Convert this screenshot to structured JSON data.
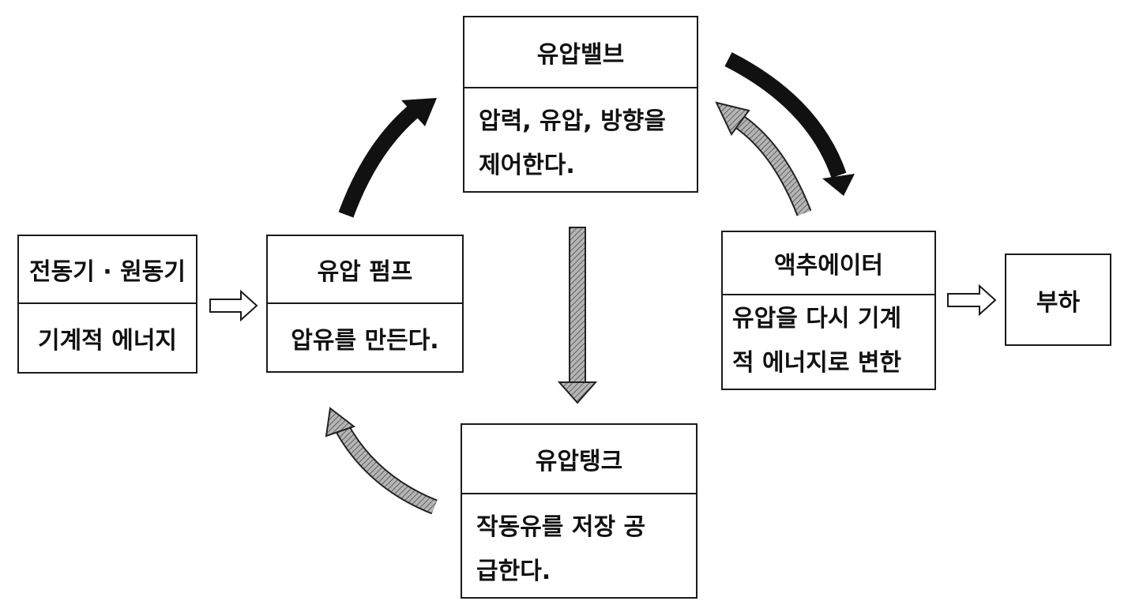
{
  "boxes": {
    "motor": {
      "title": "전동기 · 원동기",
      "body": "기계적 에너지"
    },
    "pump": {
      "title": "유압 펌프",
      "body": "압유를 만든다."
    },
    "valve": {
      "title": "유압밸브",
      "body_lines": [
        "압력, 유압, 방향을",
        "제어한다."
      ]
    },
    "actuator": {
      "title": "액추에이터",
      "body_lines": [
        "유압을 다시 기계",
        "적 에너지로 변한"
      ]
    },
    "tank": {
      "title": "유압탱크",
      "body_lines": [
        "작동유를 저장 공",
        "급한다."
      ]
    },
    "load": {
      "label": "부하"
    }
  },
  "colors": {
    "border": "#1a1a1a",
    "solid_arrow": "#111111",
    "hatched_arrow": "#8a8a8a"
  }
}
